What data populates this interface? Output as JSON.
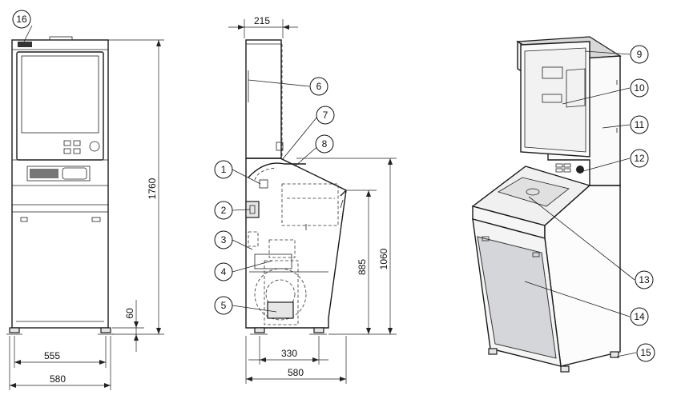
{
  "dimensions": {
    "front_height": "1760",
    "front_width_inner": "555",
    "front_width_outer": "580",
    "front_foot": "60",
    "side_top_width": "215",
    "side_base_inner": "330",
    "side_base_outer": "580",
    "side_height_885": "885",
    "side_height_1060": "1060"
  },
  "callouts": [
    "1",
    "2",
    "3",
    "4",
    "5",
    "6",
    "7",
    "8",
    "9",
    "10",
    "11",
    "12",
    "13",
    "14",
    "15",
    "16"
  ]
}
